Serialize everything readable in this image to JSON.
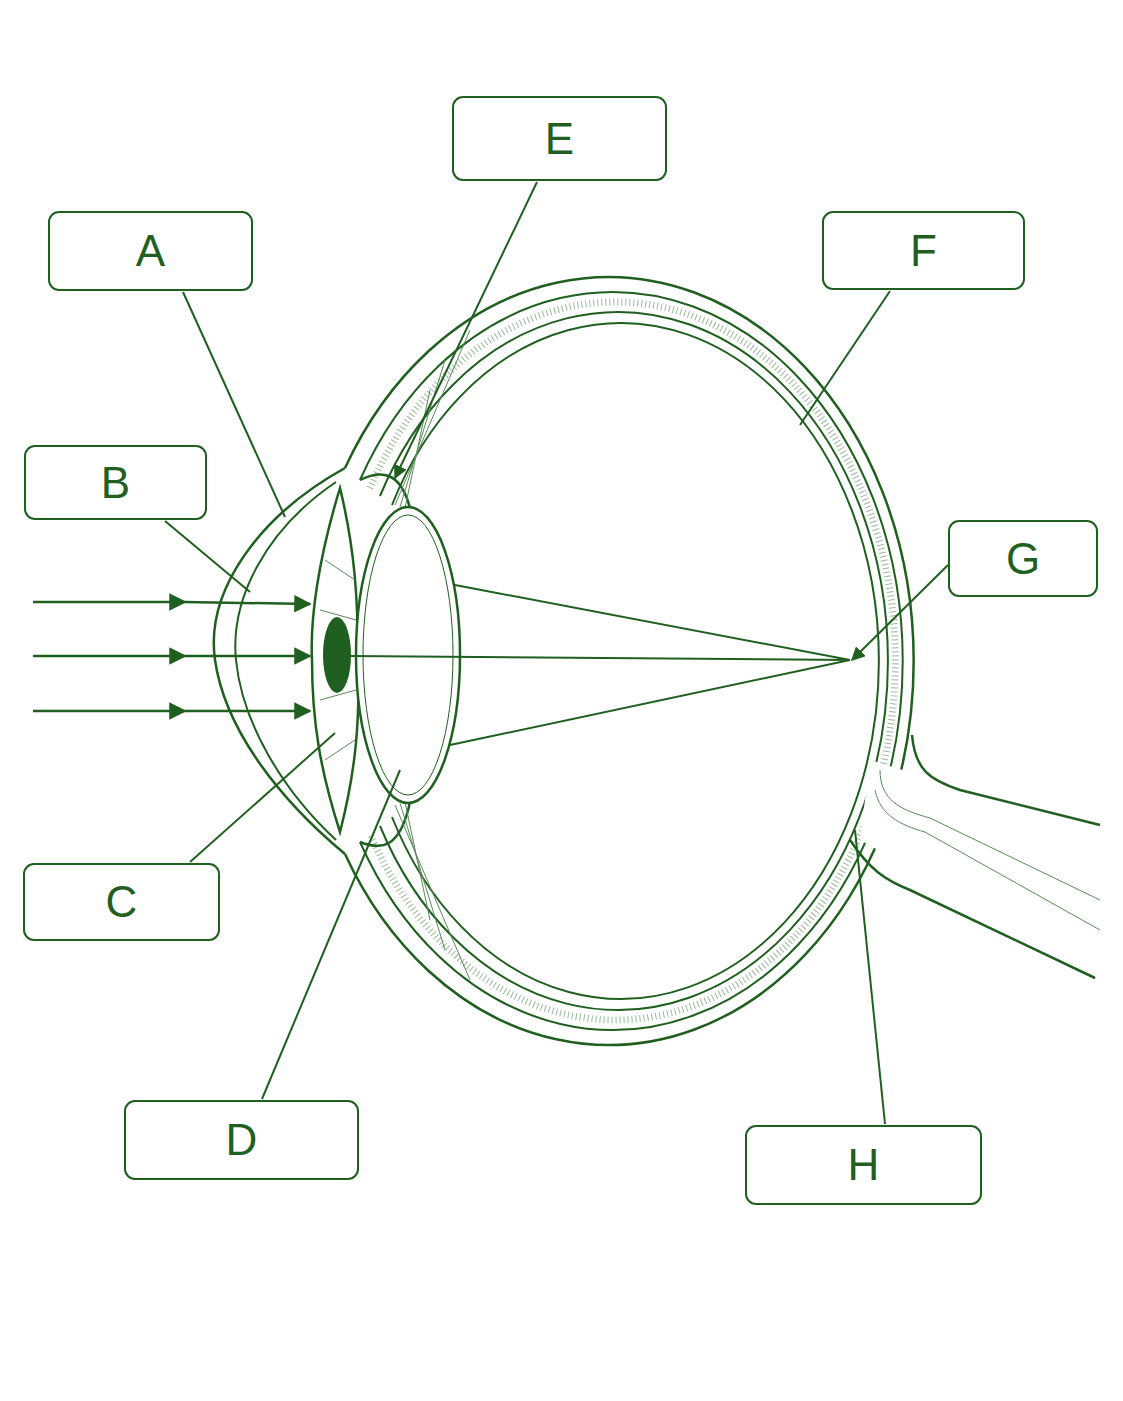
{
  "diagram": {
    "nodes": [
      {
        "text": [
          "E"
        ]
      },
      {
        "text": [
          "A"
        ]
      },
      {
        "text": [
          "F"
        ]
      },
      {
        "text": [
          "B"
        ]
      },
      {
        "text": [
          "G"
        ]
      },
      {
        "text": [
          "C"
        ]
      },
      {
        "text": [
          "D"
        ]
      },
      {
        "text": [
          "H"
        ]
      }
    ]
  }
}
